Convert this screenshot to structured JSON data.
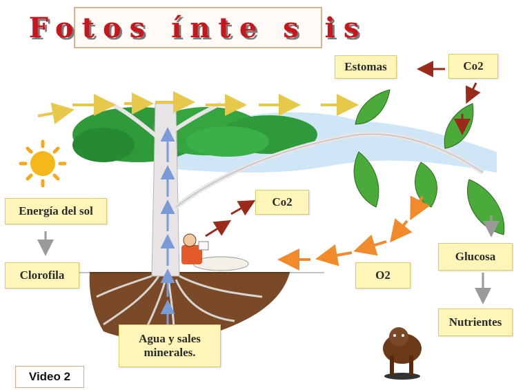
{
  "title": "Fotos ínte s is",
  "labels": {
    "estomas": "Estomas",
    "co2_top": "Co2",
    "co2_mid": "Co2",
    "energia": "Energía del sol",
    "clorofila": "Clorofila",
    "o2": "O2",
    "glucosa": "Glucosa",
    "nutrientes": "Nutrientes",
    "agua": "Agua y sales minerales."
  },
  "video": "Video 2",
  "colors": {
    "title": "#c8161d",
    "label_bg": "#fdf6b8",
    "sky": "#cfe6f7",
    "foliage": "#2f9a3a",
    "trunk": "#e8e4e6",
    "soil": "#7a4a28",
    "arrow_yellow": "#e8c84a",
    "arrow_red": "#9a2a1a",
    "arrow_orange": "#f08a2a",
    "arrow_blue": "#7a9ad8"
  },
  "icons": [
    "sun-icon",
    "tree-icon",
    "leaf-icon",
    "person-reading-icon",
    "cow-icon",
    "roots-icon"
  ]
}
